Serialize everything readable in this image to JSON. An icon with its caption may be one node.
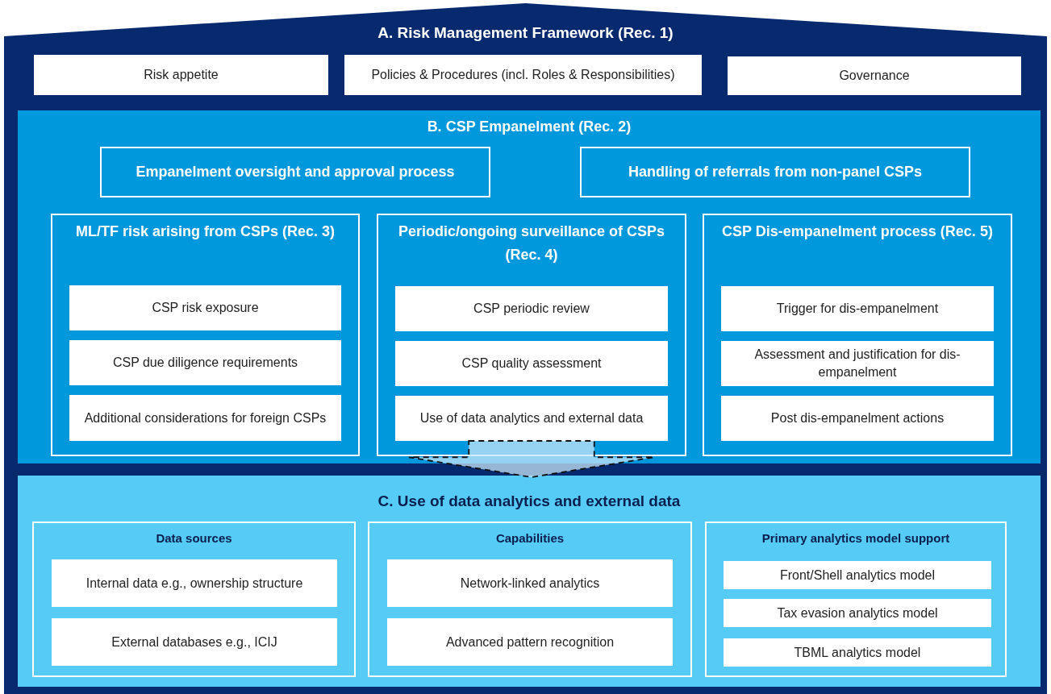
{
  "diagram": {
    "nodes": [
      {
        "text": [
          "A. Risk Management Framework (Rec. 1)"
        ]
      },
      {
        "text": [
          "Risk appetite"
        ],
        "in": 0
      },
      {
        "text": [
          "Policies & Procedures (incl. Roles & Responsibilities)"
        ],
        "in": 0
      },
      {
        "text": [
          "Governance"
        ],
        "in": 0
      },
      {
        "text": [
          "B. CSP Empanelment (Rec. 2)"
        ],
        "in": 0
      },
      {
        "text": [
          "Empanelment oversight and approval process"
        ],
        "in": 4
      },
      {
        "text": [
          "Handling of referrals from non-panel CSPs"
        ],
        "in": 4
      },
      {
        "text": [
          "ML/TF risk arising from CSPs (Rec. 3)"
        ],
        "in": 4
      },
      {
        "text": [
          "CSP risk exposure"
        ],
        "in": 7
      },
      {
        "text": [
          "CSP due diligence requirements"
        ],
        "in": 7
      },
      {
        "text": [
          "Additional considerations for foreign CSPs"
        ],
        "in": 7
      },
      {
        "text": [
          "Periodic/ongoing surveillance of CSPs (Rec. 4)"
        ],
        "in": 4
      },
      {
        "text": [
          "CSP periodic review"
        ],
        "in": 11
      },
      {
        "text": [
          "CSP quality assessment"
        ],
        "in": 11
      },
      {
        "text": [
          "Use of data analytics and external data"
        ],
        "in": 11
      },
      {
        "text": [
          "CSP Dis-empanelment process (Rec. 5)"
        ],
        "in": 4
      },
      {
        "text": [
          "Trigger for dis-empanelment"
        ],
        "in": 15
      },
      {
        "text": [
          "Assessment and justification for dis-empanelment"
        ],
        "in": 15
      },
      {
        "text": [
          "Post dis-empanelment actions"
        ],
        "in": 15
      },
      {
        "text": [
          "C. Use of data analytics and external data"
        ],
        "in": 0
      },
      {
        "text": [
          "Data sources"
        ],
        "in": 19
      },
      {
        "text": [
          "Internal data e.g., ownership structure"
        ],
        "in": 20
      },
      {
        "text": [
          "External databases e.g., ICIJ"
        ],
        "in": 20
      },
      {
        "text": [
          "Capabilities"
        ],
        "in": 19
      },
      {
        "text": [
          "Network-linked analytics"
        ],
        "in": 23
      },
      {
        "text": [
          "Advanced pattern recognition"
        ],
        "in": 23
      },
      {
        "text": [
          "Primary analytics model support"
        ],
        "in": 19
      },
      {
        "text": [
          "Front/Shell analytics model"
        ],
        "in": 26
      },
      {
        "text": [
          "Tax evasion analytics model"
        ],
        "in": 26
      },
      {
        "text": [
          "TBML analytics model"
        ],
        "in": 26
      }
    ],
    "edges": [
      {
        "from": 14,
        "to": 19,
        "arrow": "to",
        "style": "dashed"
      }
    ]
  }
}
